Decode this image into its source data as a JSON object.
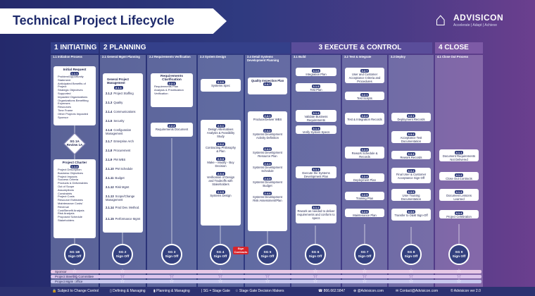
{
  "title": "Technical Project Lifecycle",
  "logo": {
    "name": "ADVISICON",
    "tagline": "Accelerate | Adapt | Achieve"
  },
  "phases": [
    "1 INITIATING",
    "2 PLANNING",
    "3 EXECUTE & CONTROL",
    "4 CLOSE"
  ],
  "columns": [
    "1.1 Initiation Process",
    "2.1 General Mgmt Planning",
    "2.2 Requirements Verification",
    "2.3 System Design",
    "2.4 Detail Systems Development Planning",
    "3.1 Build",
    "3.2 Test & Integrate",
    "3.3 Deploy",
    "4.1 Close Out Process"
  ],
  "initiation": {
    "request": {
      "title": "Initial Request",
      "id": "1.1.1",
      "bullets": [
        "Problem/Opportunity Statement",
        "Anticipated Benefits of Project",
        "Strategic Objectives Supported",
        "Impacted Organizations",
        "Organizations Benefiting",
        "Expenses",
        "Resources",
        "Time Frame",
        "Other Projects Impacted",
        "Sponsor"
      ]
    },
    "gate": {
      "label": "SG 1A",
      "sub": "Review 1A"
    },
    "charter": {
      "title": "Project Charter",
      "id": "1.1.2",
      "bullets": [
        "Project Description",
        "Business Objectives",
        "Project Impacts",
        "Success Criteria",
        "Products & Deliverables",
        "Out of Scope",
        "Assumptions",
        "Constraints",
        "Project Costs",
        "Resource Estimates",
        "Maintenance Costs/ Revenue",
        "Cost/Benefit Analysis",
        "Risk Analysis",
        "Proposed Schedule",
        "Stakeholders"
      ]
    }
  },
  "gm": {
    "title": "General Project Management",
    "id": "2.1.1",
    "items": [
      [
        "2.1.2",
        "Project Staffing"
      ],
      [
        "2.1.3",
        "Quality"
      ],
      [
        "2.1.4",
        "Communications"
      ],
      [
        "2.1.5",
        "Security"
      ],
      [
        "2.1.6",
        "Configuration Management"
      ],
      [
        "2.1.7",
        "Enterprise Arch"
      ],
      [
        "2.1.8",
        "Procurement"
      ],
      [
        "2.1.9",
        "PM WBS"
      ],
      [
        "2.1.10",
        "PM Schedule"
      ],
      [
        "2.1.11",
        "Budget"
      ],
      [
        "2.1.12",
        "Risk Mgmt"
      ],
      [
        "2.1.13",
        "Scope/Change Management"
      ],
      [
        "2.1.14",
        "Prod Dev. Method."
      ],
      [
        "2.1.15",
        "Performance Mgmt"
      ]
    ]
  },
  "req": {
    "title": "Requirements Clarification",
    "id": "2.2.1",
    "bullets": [
      "Requirements Plan",
      "Analysis & Prioritization",
      "Verification"
    ],
    "doc_id": "2.2.2",
    "doc": "Requirements Document"
  },
  "sd": {
    "spec_id": "2.3.6",
    "spec": "Systems Spec",
    "items": [
      [
        "2.3.1",
        "Design Alternatives Analysis & Feasibility Study"
      ],
      [
        "2.3.2",
        "Contracting Philosophy & Plan"
      ],
      [
        "2.3.3",
        "Make – Modify - Buy Decision"
      ],
      [
        "2.3.4",
        "Verification of Design and Tradeoffs with Stakeholders"
      ],
      [
        "2.3.5",
        "Systems Design"
      ]
    ]
  },
  "dev": {
    "qip_title": "Quality Inspection Plan",
    "qip_id": "2.4.7",
    "items": [
      [
        "2.4.1",
        "Produce/Deliver WBS"
      ],
      [
        "2.4.2",
        "Systems Development Activity Definition"
      ],
      [
        "2.4.3",
        "Systems Development Resource Plan"
      ],
      [
        "2.4.4",
        "Systems Development Schedule"
      ],
      [
        "2.4.5",
        "Systems Development Budget"
      ],
      [
        "2.4.6",
        "Systems Development Risk Assessment/Plan"
      ]
    ],
    "contracts": "Sign Contracts"
  },
  "build": {
    "items": [
      [
        "3.1.6",
        "Integration Plan"
      ],
      [
        "3.1.5",
        "Test Plan"
      ],
      [
        "3.1.4",
        "Validate Business Requirements"
      ],
      [
        "3.1.3",
        "Verify System Specs"
      ],
      [
        "3.1.1",
        "Execute the Systems Development Plan"
      ],
      [
        "3.1.2",
        "Rework as needed to deliver requirements and conform to specs"
      ]
    ]
  },
  "test": {
    "items": [
      [
        "3.2.7",
        "User and Customer Acceptance Criteria and Procedures"
      ],
      [
        "3.2.1",
        "Test Scripts"
      ],
      [
        "3.2.2",
        "Test & Integration Records"
      ],
      [
        "3.2.3",
        "Rework Schedule & Records"
      ],
      [
        "3.2.4",
        "Deployment Plan"
      ],
      [
        "3.2.5",
        "Training Plan"
      ],
      [
        "3.2.6",
        "Maintenance Plan"
      ]
    ]
  },
  "deploy": {
    "items": [
      [
        "3.3.1",
        "Deployment Records"
      ],
      [
        "3.3.2",
        "Acceptance Test Documentation"
      ],
      [
        "3.3.3",
        "Rework Records"
      ],
      [
        "3.3.4",
        "Final User & Customer Acceptance Sign-Off"
      ],
      [
        "3.3.5",
        "User Training Documentation"
      ],
      [
        "3.3.6",
        "Transfer to O&M Sign-Off"
      ]
    ]
  },
  "close": {
    "items": [
      [
        "4.1.1",
        "Document Requirements Not Delivered"
      ],
      [
        "4.1.2",
        "Close Out Contracts"
      ],
      [
        "4.1.3",
        "Document Lessons Learned"
      ],
      [
        "4.1.4",
        "Project Celebration"
      ]
    ]
  },
  "gates": [
    [
      "SG 1B",
      "Sign Off"
    ],
    [
      "SG 2",
      "Sign Off"
    ],
    [
      "SG 3",
      "Sign Off"
    ],
    [
      "SG 4",
      "Sign Off"
    ],
    [
      "SG 5",
      "Sign Off"
    ],
    [
      "SG 6",
      "Sign Off"
    ],
    [
      "SG 7",
      "Sign Off"
    ],
    [
      "SG 8",
      "Sign Off"
    ],
    [
      "SG 9",
      "Sign Off"
    ]
  ],
  "lanes": [
    "Sponsor",
    "Project Steering Committee",
    "Project Mgmt Office"
  ],
  "footer": {
    "legend1": "Subject to Change Control",
    "legend2": "Defining & Managing",
    "legend3": "Planning & Managing",
    "legend4": "SG = Stage Gate",
    "legend5": "Stage Gate Decision Makers",
    "phone": "866.662.5847",
    "web": "@Advisicon.com",
    "email": "Contact@Advisicon.com",
    "version": "© Advisicon ver 2.0"
  },
  "colors": {
    "navy": "#2a2e6e",
    "box_dark": "#2e3a7a",
    "purple": "#6b3f8e",
    "red": "#d8242a"
  }
}
